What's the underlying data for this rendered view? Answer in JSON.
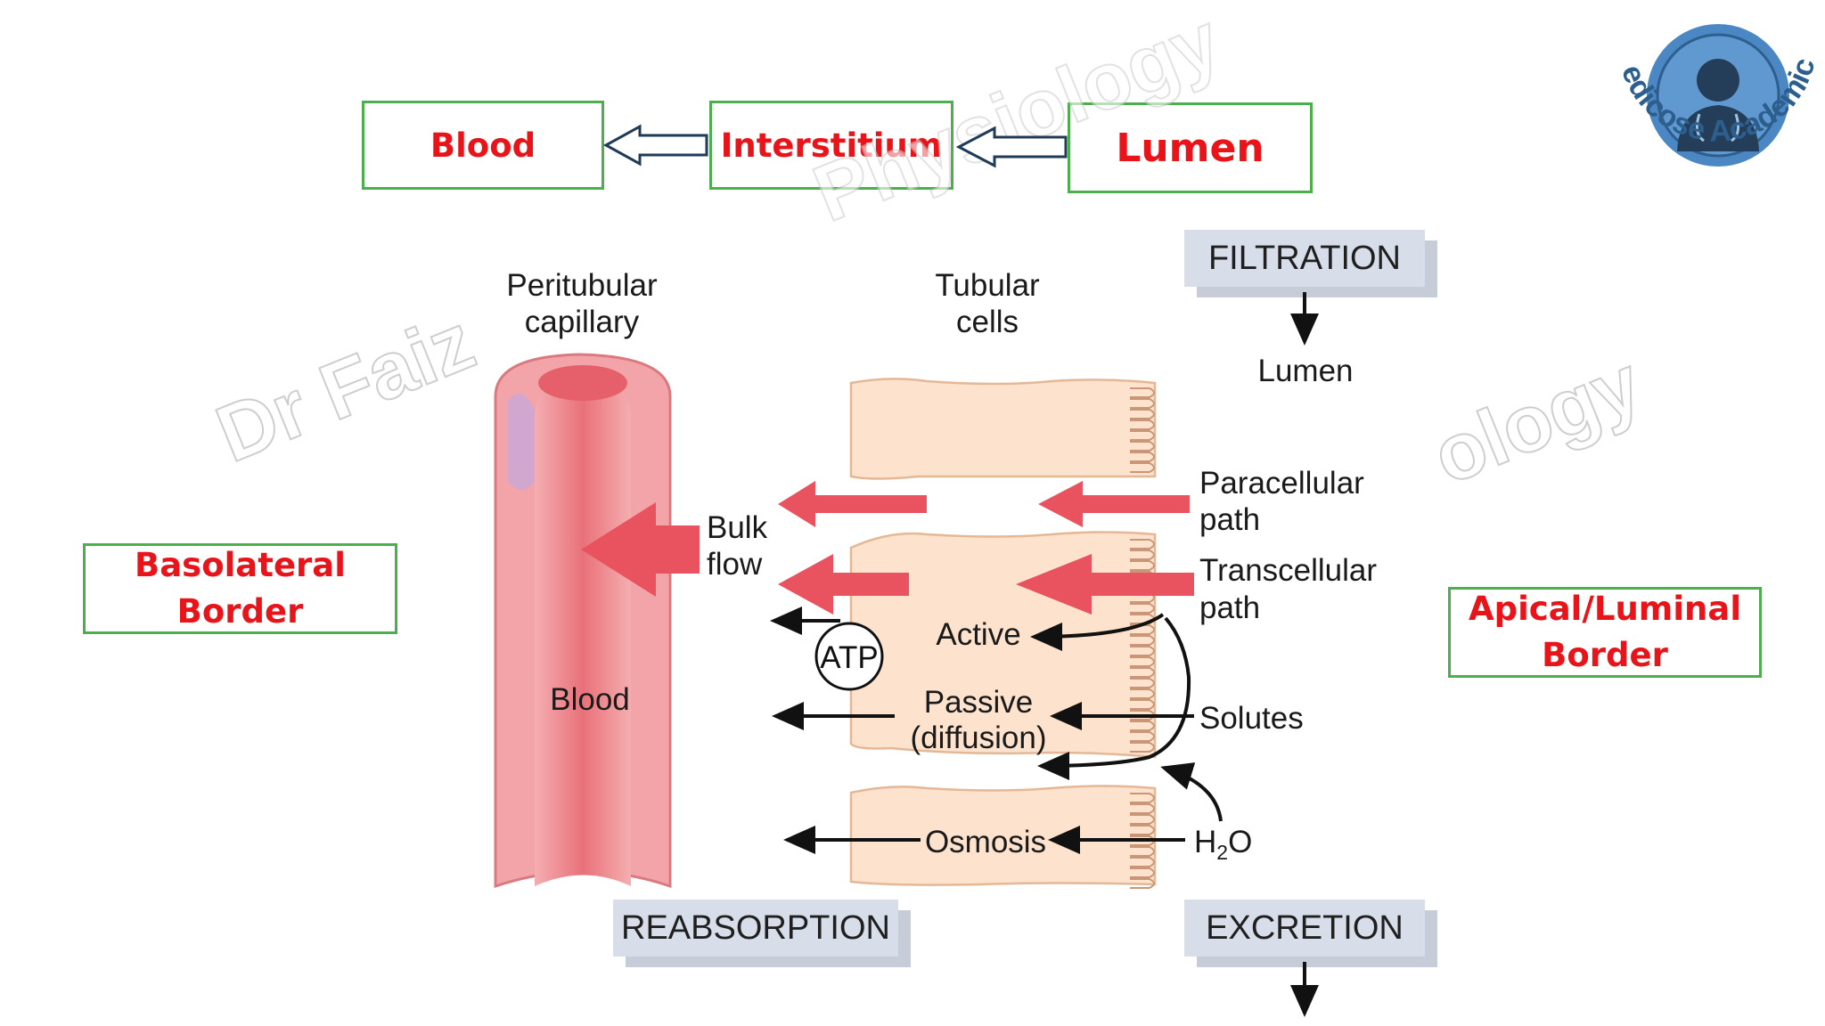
{
  "flow_chain": {
    "blood": "Blood",
    "interstitium": "Interstitium",
    "lumen": "Lumen"
  },
  "side_labels": {
    "basolateral_line1": "Basolateral",
    "basolateral_line2": "Border",
    "apical_line1": "Apical/Luminal",
    "apical_line2": "Border"
  },
  "diagram": {
    "peritubular_line1": "Peritubular",
    "peritubular_line2": "capillary",
    "tubular_line1": "Tubular",
    "tubular_line2": "cells",
    "filtration": "FILTRATION",
    "lumen": "Lumen",
    "paracellular_line1": "Paracellular",
    "paracellular_line2": "path",
    "transcellular_line1": "Transcellular",
    "transcellular_line2": "path",
    "bulk_line1": "Bulk",
    "bulk_line2": "flow",
    "active": "Active",
    "atp": "ATP",
    "passive_line1": "Passive",
    "passive_line2": "(diffusion)",
    "solutes": "Solutes",
    "blood": "Blood",
    "osmosis": "Osmosis",
    "h2o_h": "H",
    "h2o_sub": "2",
    "h2o_o": "O",
    "reabsorption": "REABSORPTION",
    "excretion": "EXCRETION"
  },
  "watermark": {
    "left": "Dr Faiz",
    "top": "Physiology",
    "right": "ology"
  },
  "logo": {
    "text": "Medicose Academics"
  },
  "colors": {
    "label_red": "#e8141a",
    "box_green": "#4cae4c",
    "flow_arrow": "#e8535f",
    "cell_fill": "#fde3cd",
    "vessel": "#f29ca0",
    "plaque": "#d7dde9"
  }
}
